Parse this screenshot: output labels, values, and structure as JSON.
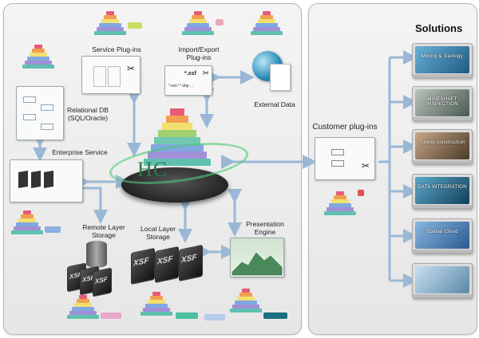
{
  "labels": {
    "service_plugins": "Service Plug-ins",
    "import_export_line1": "Import/Export",
    "import_export_line2": "Plug-ins",
    "external_data": "External Data",
    "relational_db_line1": "Relational DB",
    "relational_db_line2": "(SQL/Oracle)",
    "enterprise_service": "Enterprise Service",
    "remote_storage_line1": "Remote Layer",
    "remote_storage_line2": "Storage",
    "local_storage_line1": "Local Layer",
    "local_storage_line2": "Storage",
    "presentation_line1": "Presentation",
    "presentation_line2": "Engine",
    "customer_plugins": "Customer plug-ins",
    "solutions_title": "Solutions",
    "core_logo": "HC"
  },
  "file_tags": {
    "xsf": "*.xsf",
    "ext": "*.ext / *.shp ..."
  },
  "drive_label": "XSF",
  "solutions": [
    {
      "name": "Mining & Geology",
      "color": "#3a7fb0"
    },
    {
      "name": "MINESHAFT INSPECTION",
      "color": "#7a8a80"
    },
    {
      "name": "Tunnel construction",
      "color": "#8a7460"
    },
    {
      "name": "DATA INTEGRATION",
      "color": "#2c6b8a"
    },
    {
      "name": "Spatial Cloud",
      "color": "#4a78a8"
    },
    {
      "name": "",
      "color": "#8ab0c8"
    }
  ],
  "colors": {
    "arrow": "#9ab8d6",
    "pyramid_layers": [
      "#e85a7a",
      "#f0a050",
      "#f0e070",
      "#a0d070",
      "#70c8b0",
      "#80a8e0",
      "#a090d8",
      "#60c0b0"
    ]
  }
}
